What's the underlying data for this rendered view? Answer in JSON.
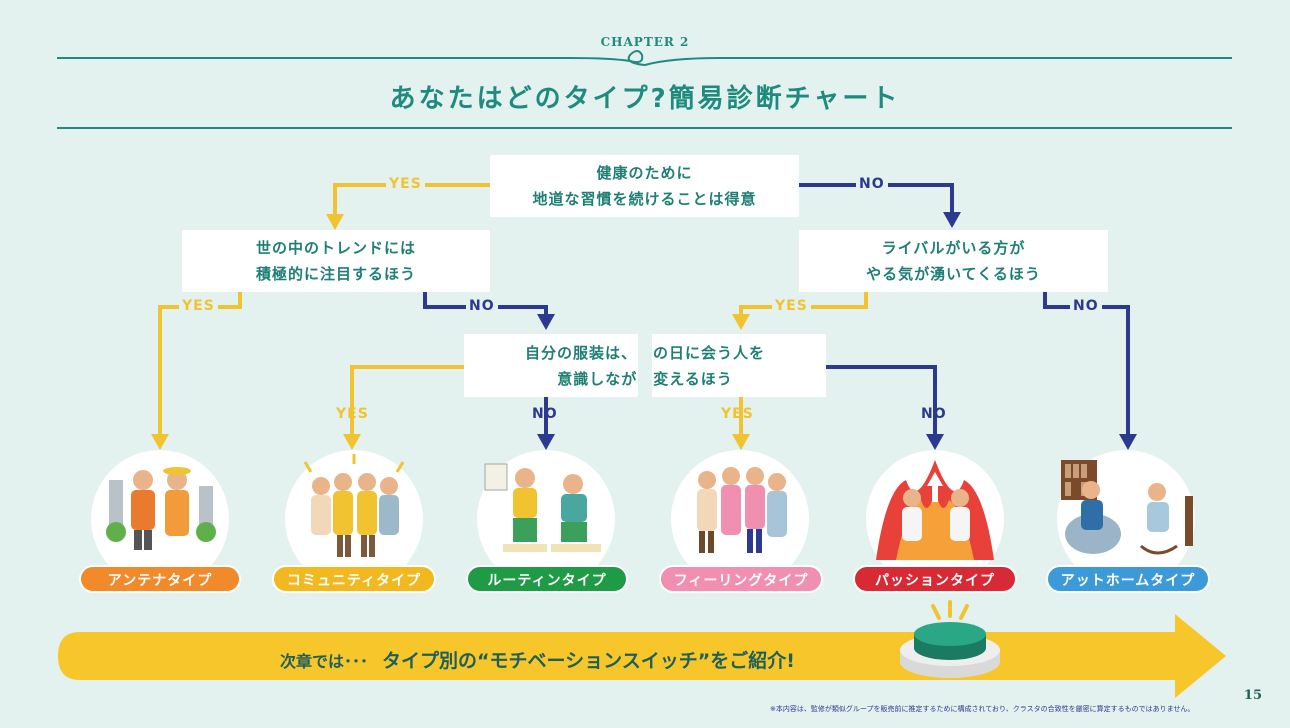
{
  "header": {
    "chapter": "CHAPTER 2",
    "title": "あなたはどのタイプ?簡易診断チャート"
  },
  "colors": {
    "background": "#e3f2ee",
    "teal": "#1f8a7e",
    "yes_arrow": "#f2c331",
    "no_arrow": "#2b3a8f"
  },
  "questions": {
    "q1": {
      "line1": "健康のために",
      "line2": "地道な習慣を続けることは得意"
    },
    "q2": {
      "line1": "世の中のトレンドには",
      "line2": "積極的に注目するほう"
    },
    "q3": {
      "line1": "ライバルがいる方が",
      "line2": "やる気が湧いてくるほう"
    },
    "q4": {
      "line1": "自分の服装は、その日に会う人を",
      "line2": "意識しながら変えるほう"
    }
  },
  "labels": {
    "yes": "YES",
    "no": "NO"
  },
  "types": [
    {
      "label": "アンテナタイプ",
      "color": "#f08a2b",
      "icon": "antenna-people-illustration"
    },
    {
      "label": "コミュニティタイプ",
      "color": "#f2b81f",
      "icon": "community-group-illustration"
    },
    {
      "label": "ルーティンタイプ",
      "color": "#1f9a45",
      "icon": "routine-exercise-illustration"
    },
    {
      "label": "フィーリングタイプ",
      "color": "#f08fb0",
      "icon": "feeling-friends-illustration"
    },
    {
      "label": "パッションタイプ",
      "color": "#d82a35",
      "icon": "passion-fire-illustration"
    },
    {
      "label": "アットホームタイプ",
      "color": "#3c9ad8",
      "icon": "athome-relax-illustration"
    }
  ],
  "banner": {
    "lead": "次章では･･･",
    "text": "タイプ別の“モチベーションスイッチ”をご紹介!",
    "icon": "switch-button-icon"
  },
  "page_number": "15",
  "footnote": "※本内容は、監修が類似グループを販売前に推定するために構成されており、クラスタの合致性を厳密に算定するものではありません。"
}
